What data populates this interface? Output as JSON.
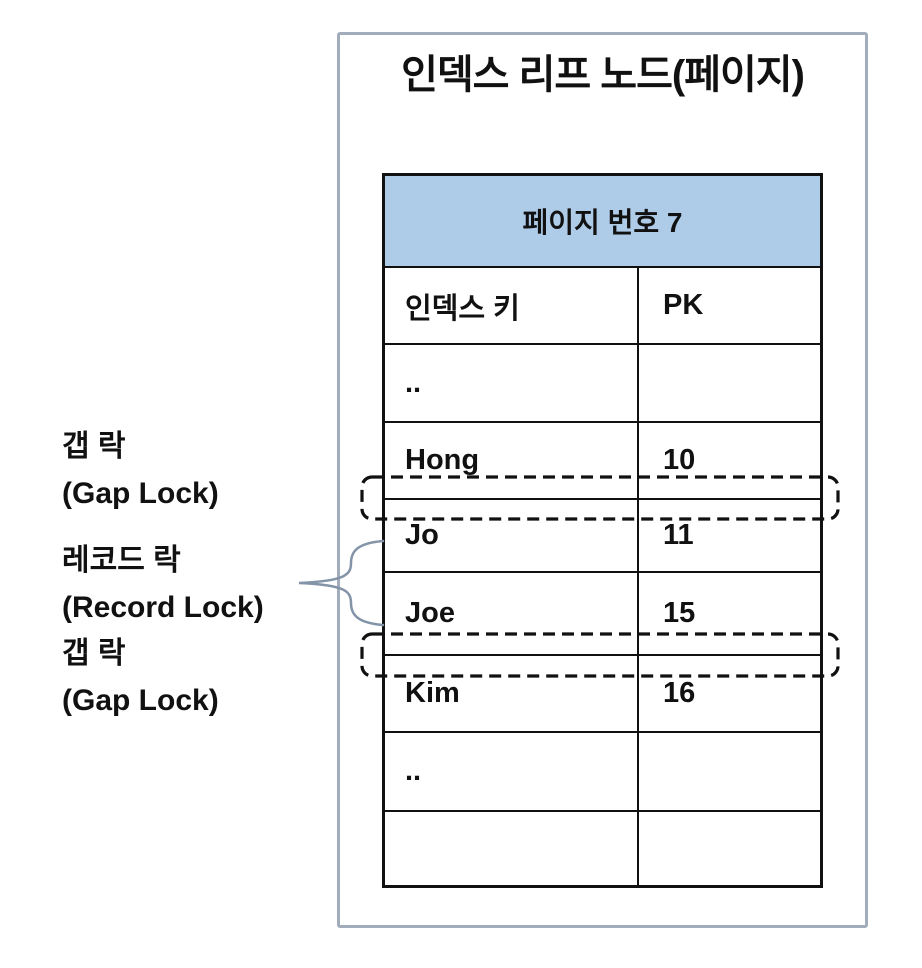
{
  "diagram": {
    "title": "인덱스 리프 노드(페이지)",
    "table": {
      "page_header": "페이지 번호 7",
      "columns": [
        "인덱스 키",
        "PK"
      ],
      "rows": [
        [
          "..",
          ""
        ],
        [
          "Hong",
          "10"
        ],
        [
          "Jo",
          "11"
        ],
        [
          "Joe",
          "15"
        ],
        [
          "Kim",
          "16"
        ],
        [
          "..",
          ""
        ],
        [
          "",
          ""
        ]
      ]
    },
    "labels": {
      "gap_lock_top": {
        "line1": "갭 락",
        "line2": "(Gap Lock)"
      },
      "record_lock": {
        "line1": "레코드 락",
        "line2": "(Record Lock)"
      },
      "gap_lock_bottom": {
        "line1": "갭 락",
        "line2": "(Gap Lock)"
      }
    },
    "colors": {
      "header_fill": "#aecbe8",
      "outer_border": "#a2acba",
      "table_border": "#111111",
      "dash_stroke": "#111111",
      "brace_stroke": "#8494a8",
      "text": "#111111"
    }
  }
}
